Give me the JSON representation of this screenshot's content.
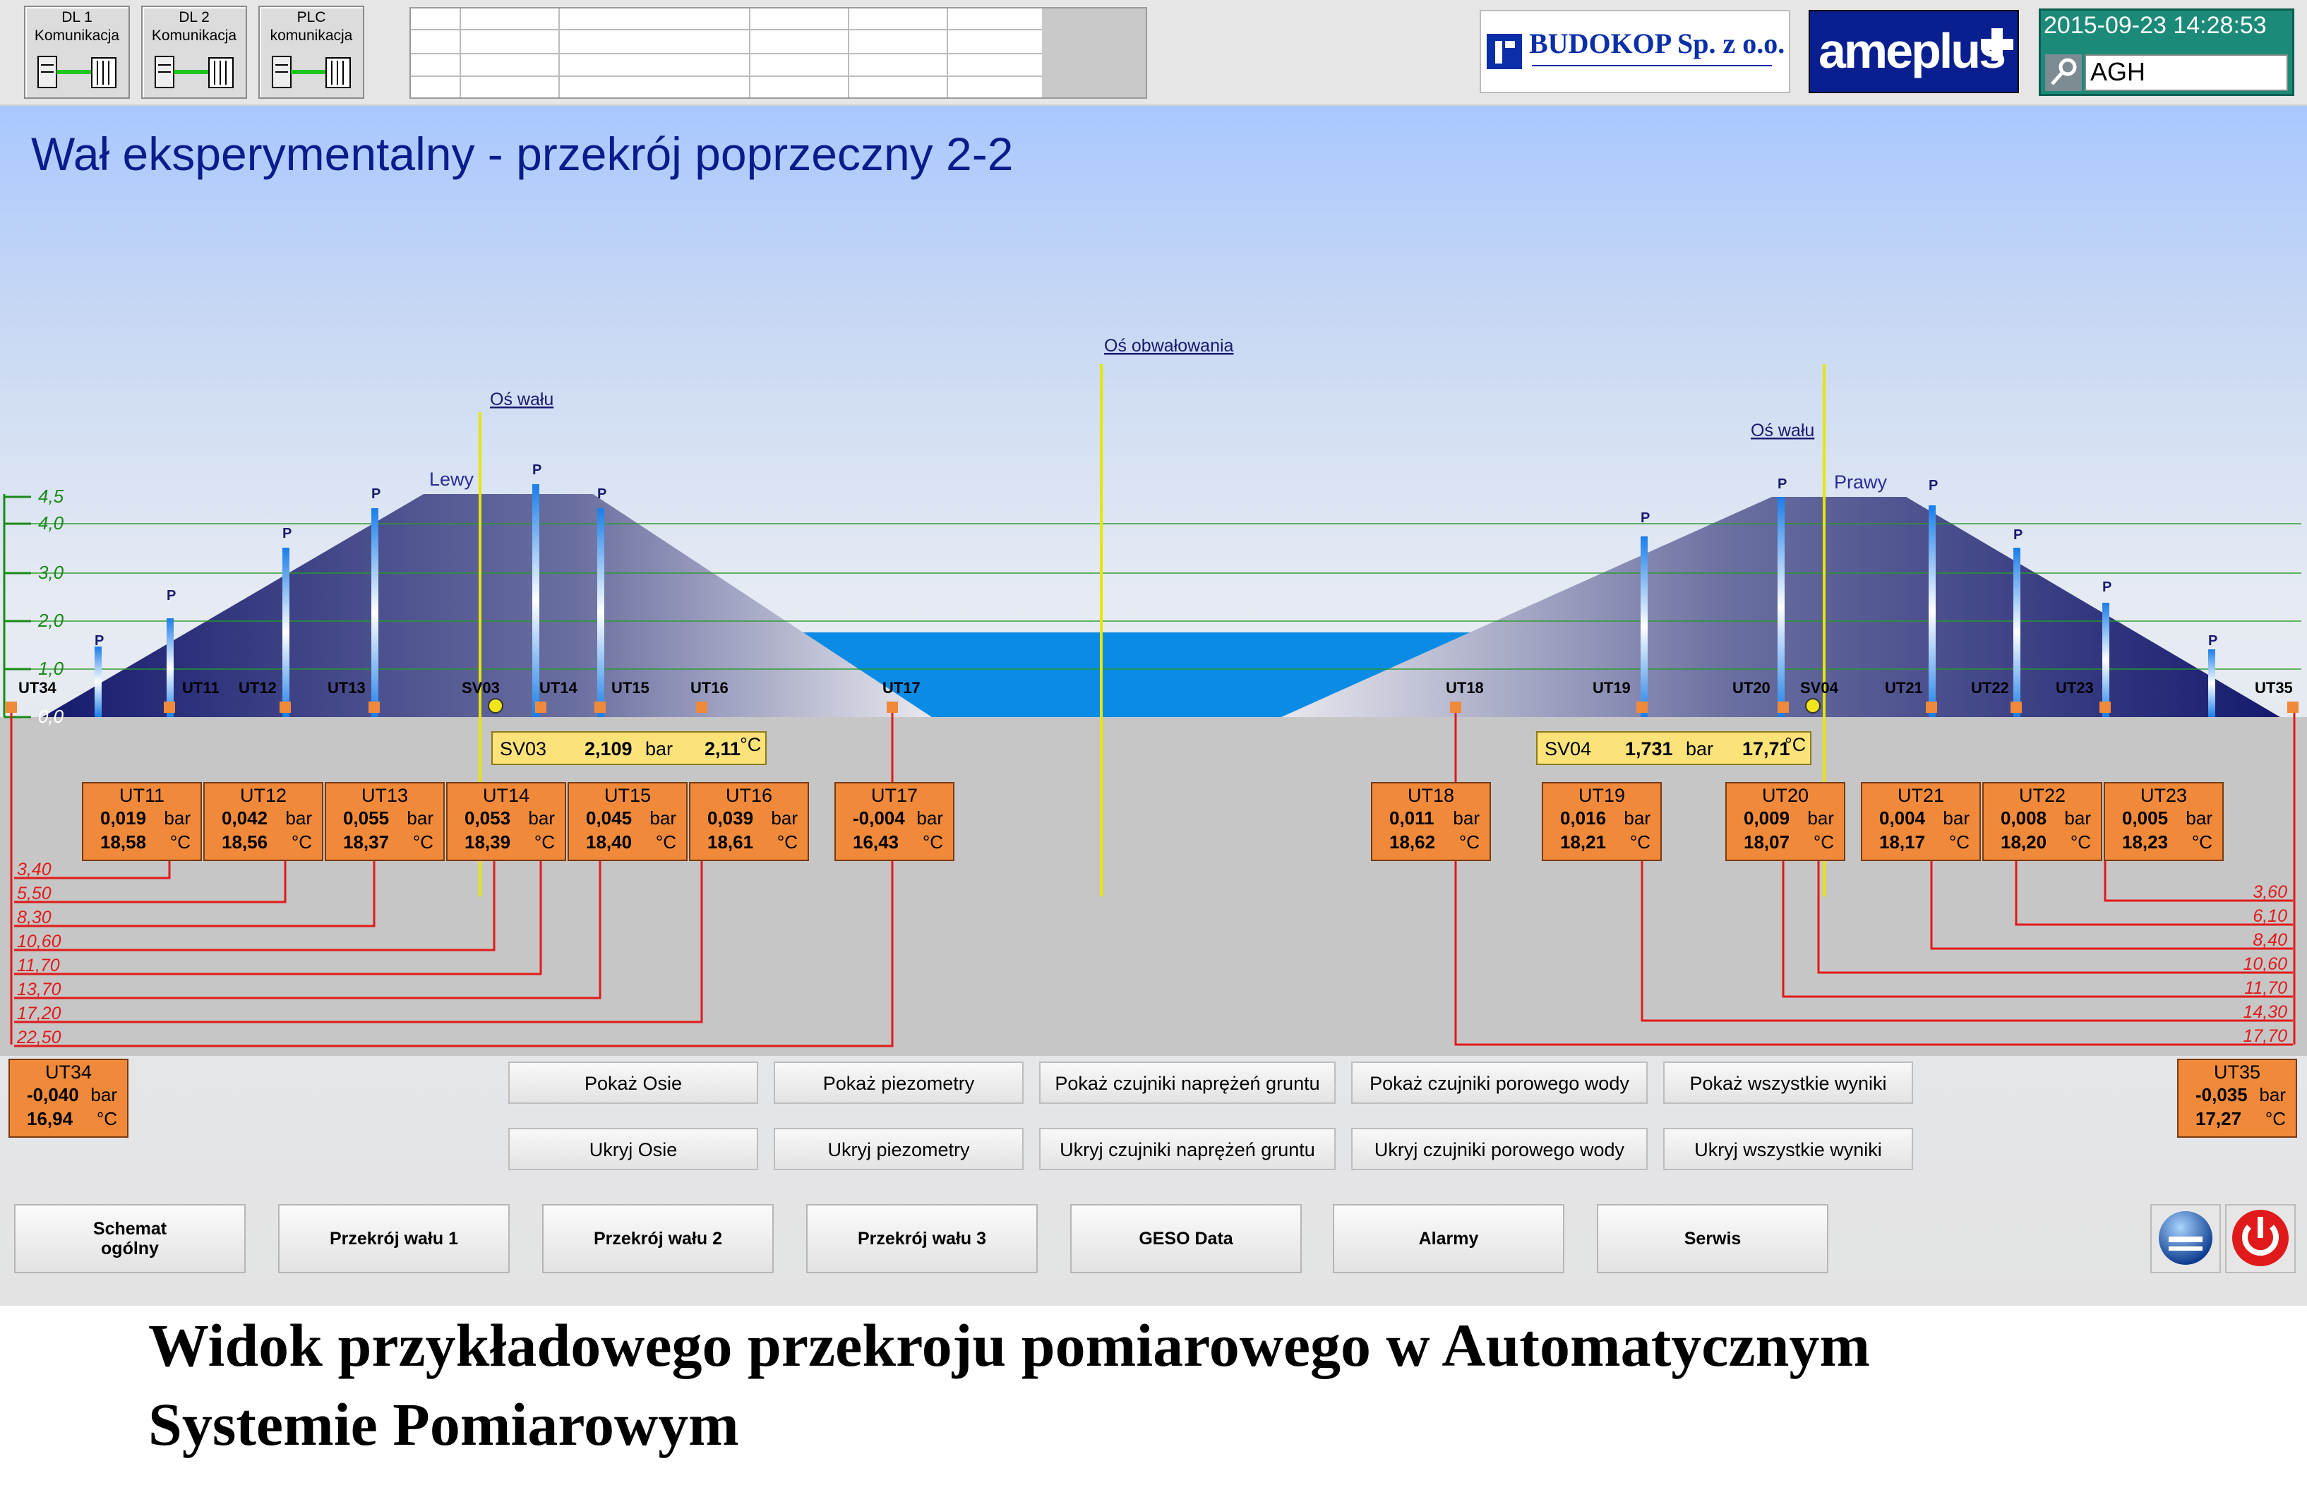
{
  "comm_modules": [
    {
      "line1": "DL 1",
      "line2": "Komunikacja"
    },
    {
      "line1": "DL 2",
      "line2": "Komunikacja"
    },
    {
      "line1": "PLC",
      "line2": "komunikacja"
    }
  ],
  "logos": {
    "budokop": "BUDOKOP Sp. z o.o.",
    "ameplus": "ameplus"
  },
  "status": {
    "datetime": "2015-09-23 14:28:53",
    "user": "AGH"
  },
  "title": "Wał eksperymentalny - przekrój poprzeczny 2-2",
  "section": {
    "axis_labels": {
      "os_walu_left": "Oś wału",
      "os_obwalowania": "Oś obwałowania",
      "os_walu_right": "Oś wału",
      "lewy": "Lewy",
      "prawy": "Prawy"
    },
    "height_scale": [
      "4,5",
      "4,0",
      "3,0",
      "2,0",
      "1,0",
      "0,0"
    ],
    "piezometer_label": "P",
    "sensor_tags": [
      "UT34",
      "UT11",
      "UT12",
      "UT13",
      "SV03",
      "UT14",
      "UT15",
      "UT16",
      "UT17",
      "UT18",
      "UT19",
      "UT20",
      "SV04",
      "UT21",
      "UT22",
      "UT23",
      "UT35"
    ],
    "depths_left": [
      "3,40",
      "5,50",
      "8,30",
      "10,60",
      "11,70",
      "13,70",
      "17,20",
      "22,50"
    ],
    "depths_right": [
      "3,60",
      "6,10",
      "8,40",
      "10,60",
      "11,70",
      "14,30",
      "17,70"
    ]
  },
  "sensors": [
    {
      "name": "UT11",
      "p": "0,019",
      "t": "18,58"
    },
    {
      "name": "UT12",
      "p": "0,042",
      "t": "18,56"
    },
    {
      "name": "UT13",
      "p": "0,055",
      "t": "18,37"
    },
    {
      "name": "UT14",
      "p": "0,053",
      "t": "18,39"
    },
    {
      "name": "UT15",
      "p": "0,045",
      "t": "18,40"
    },
    {
      "name": "UT16",
      "p": "0,039",
      "t": "18,61"
    },
    {
      "name": "UT17",
      "p": "-0,004",
      "t": "16,43"
    },
    {
      "name": "UT18",
      "p": "0,011",
      "t": "18,62"
    },
    {
      "name": "UT19",
      "p": "0,016",
      "t": "18,21"
    },
    {
      "name": "UT20",
      "p": "0,009",
      "t": "18,07"
    },
    {
      "name": "UT21",
      "p": "0,004",
      "t": "18,17"
    },
    {
      "name": "UT22",
      "p": "0,008",
      "t": "18,20"
    },
    {
      "name": "UT23",
      "p": "0,005",
      "t": "18,23"
    },
    {
      "name": "UT34",
      "p": "-0,040",
      "t": "16,94"
    },
    {
      "name": "UT35",
      "p": "-0,035",
      "t": "17,27"
    }
  ],
  "units": {
    "pressure": "bar",
    "temp": "°C"
  },
  "sv": [
    {
      "name": "SV03",
      "p": "2,109",
      "t": "2,11"
    },
    {
      "name": "SV04",
      "p": "1,731",
      "t": "17,71"
    }
  ],
  "toggle_buttons": {
    "show": [
      "Pokaż Osie",
      "Pokaż piezometry",
      "Pokaż czujniki naprężeń gruntu",
      "Pokaż czujniki porowego wody",
      "Pokaż wszystkie wyniki"
    ],
    "hide": [
      "Ukryj Osie",
      "Ukryj piezometry",
      "Ukryj czujniki naprężeń gruntu",
      "Ukryj czujniki porowego wody",
      "Ukryj wszystkie wyniki"
    ]
  },
  "nav": [
    "Schemat ogólny",
    "Przekrój wału 1",
    "Przekrój wału 2",
    "Przekrój wału 3",
    "GESO Data",
    "Alarmy",
    "Serwis"
  ],
  "nav_first": {
    "line1": "Schemat",
    "line2": "ogólny"
  },
  "caption": {
    "line1": "Widok przykładowego przekroju pomiarowego w Automatycznym",
    "line2": "Systemie Pomiarowym"
  },
  "colors": {
    "accent": "#0a1c8c",
    "sensor": "#f08a3a",
    "sv": "#fbe37a",
    "water": "#0a8ce6",
    "redline": "#e01a1a",
    "axis": "#e6e600"
  }
}
